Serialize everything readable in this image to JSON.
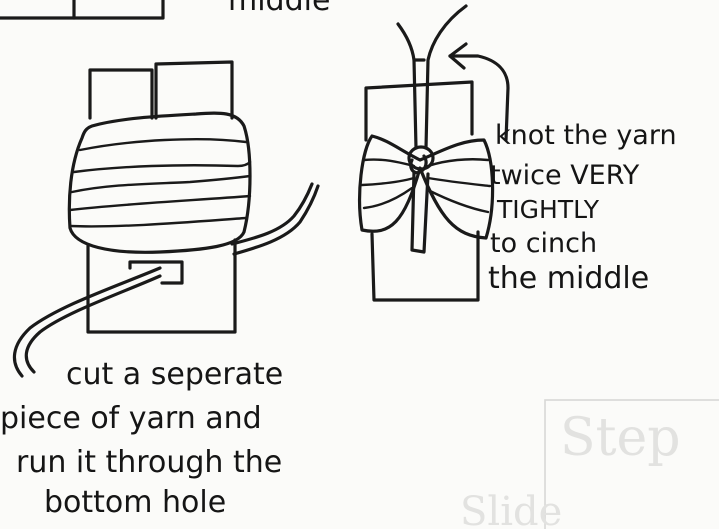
{
  "top_fragment_text": "middle",
  "right_caption": {
    "line1": "knot the yarn",
    "line2": "twice VERY",
    "line3": "TIGHTLY",
    "line4": "to cinch",
    "line5": "the middle"
  },
  "left_caption": {
    "line1": "cut a seperate",
    "line2": "piece of yarn and",
    "line3": "run it through the",
    "line4": "bottom hole"
  },
  "bleed_through_text": {
    "line1": "Step",
    "line2": "Slide"
  },
  "colors": {
    "paper": "#fbfbf9",
    "ink": "#1a1a1a",
    "bleed_through": "#e2e2e0"
  }
}
